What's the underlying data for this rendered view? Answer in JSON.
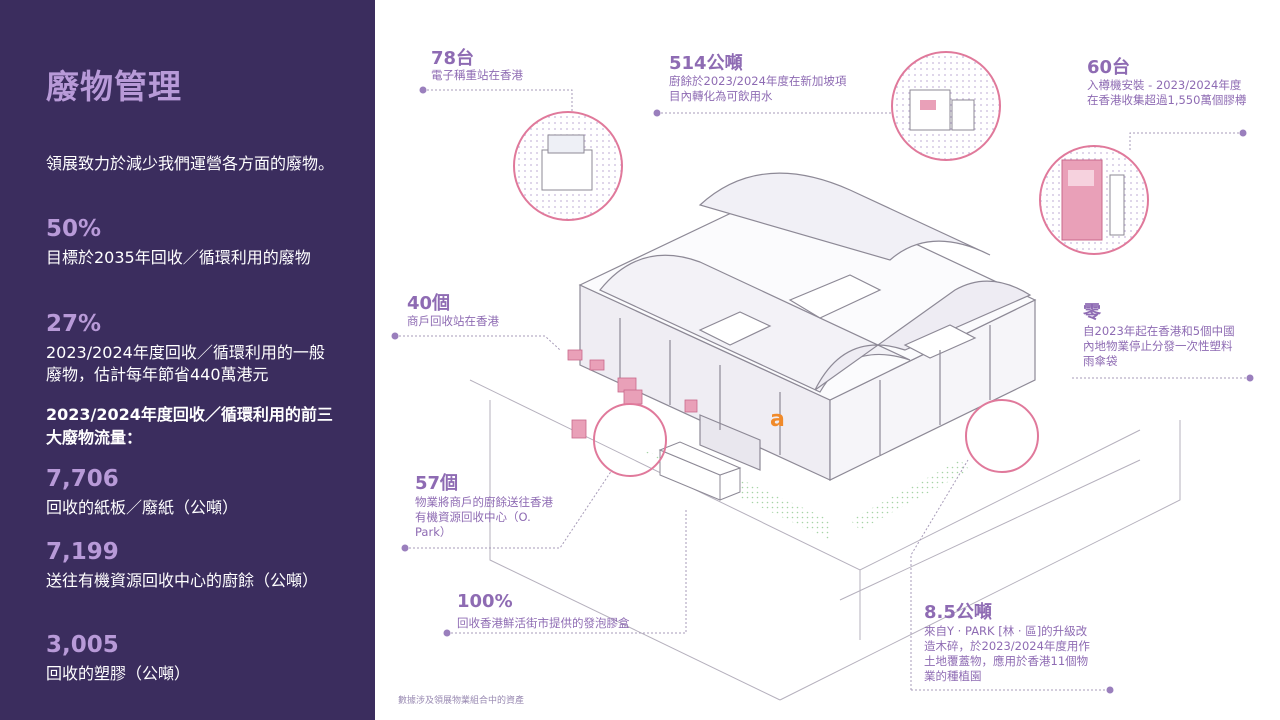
{
  "sidebar": {
    "title": "廢物管理",
    "intro": "領展致力於減少我們運營各方面的廢物。",
    "stats": [
      {
        "value": "50%",
        "desc": "目標於2035年回收／循環利用的廢物"
      },
      {
        "value": "27%",
        "desc": "2023/2024年度回收／循環利用的一般廢物，估計每年節省440萬港元"
      }
    ],
    "section_heading": "2023/2024年度回收／循環利用的前三大廢物流量：",
    "streams": [
      {
        "value": "7,706",
        "desc": "回收的紙板／廢紙（公噸）"
      },
      {
        "value": "7,199",
        "desc": "送往有機資源回收中心的廚餘（公噸）"
      },
      {
        "value": "3,005",
        "desc": "回收的塑膠（公噸）"
      }
    ]
  },
  "callouts": {
    "c1": {
      "num": "78台",
      "text": "電子稱重站在香港"
    },
    "c2": {
      "num": "514公噸",
      "text": "廚餘於2023/2024年度在新加坡項目內轉化為可飲用水"
    },
    "c3": {
      "num": "60台",
      "text": "入樽機安裝 - 2023/2024年度在香港收集超過1,550萬個膠樽"
    },
    "c4": {
      "num": "40個",
      "text": "商戶回收站在香港"
    },
    "c5": {
      "num": "零",
      "text": "自2023年起在香港和5個中國內地物業停止分發一次性塑料雨傘袋"
    },
    "c6": {
      "num": "57個",
      "text": "物業將商戶的廚餘送往香港有機資源回收中心（O. Park）"
    },
    "c7": {
      "num": "100%",
      "text": "回收香港鮮活街市提供的發泡膠盒"
    },
    "c8": {
      "num": "8.5公噸",
      "text": "來自Y · PARK [林 · 區]的升級改造木碎，於2023/2024年度用作土地覆蓋物，應用於香港11個物業的種植園"
    }
  },
  "footnote": "數據涉及領展物業組合中的資產",
  "colors": {
    "panel": "#3b2d5e",
    "accent": "#b89ad8",
    "callout": "#8e6bb3",
    "pink": "#e0799b"
  }
}
